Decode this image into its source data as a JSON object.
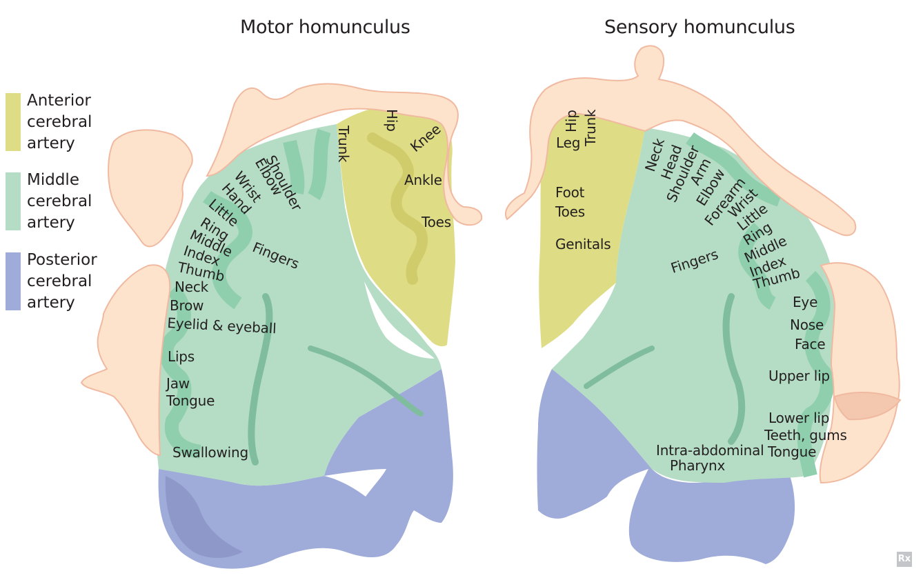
{
  "titles": {
    "motor": "Motor homunculus",
    "sensory": "Sensory homunculus"
  },
  "colors": {
    "anterior": "#dedc84",
    "middle": "#b5dcc4",
    "posterior": "#9fabd9",
    "gyrus_dark": "#8fcfae",
    "skin": "#fde3cc",
    "skin_outline": "#f0b9a0"
  },
  "legend": [
    {
      "label": "Anterior cerebral artery",
      "color": "#dedc84"
    },
    {
      "label": "Middle cerebral artery",
      "color": "#b5dcc4"
    },
    {
      "label": "Posterior cerebral artery",
      "color": "#9fabd9"
    }
  ],
  "motor_labels": {
    "trunk": "Trunk",
    "hip": "Hip",
    "knee": "Knee",
    "ankle": "Ankle",
    "toes": "Toes",
    "shoulder": "Shoulder",
    "elbow": "Elbow",
    "wrist": "Wrist",
    "hand": "Hand",
    "little": "Little",
    "ring": "Ring",
    "middle": "Middle",
    "index": "Index",
    "thumb": "Thumb",
    "neck": "Neck",
    "fingers": "Fingers",
    "brow": "Brow",
    "eyelid": "Eyelid & eyeball",
    "lips": "Lips",
    "jaw": "Jaw",
    "tongue": "Tongue",
    "swallowing": "Swallowing"
  },
  "sensory_labels": {
    "hip": "Hip",
    "trunk": "Trunk",
    "leg": "Leg",
    "foot": "Foot",
    "toes": "Toes",
    "genitals": "Genitals",
    "neck": "Neck",
    "head": "Head",
    "shoulder": "Shoulder",
    "arm": "Arm",
    "elbow": "Elbow",
    "forearm": "Forearm",
    "wrist": "Wrist",
    "little": "Little",
    "ring": "Ring",
    "middle": "Middle",
    "index": "Index",
    "thumb": "Thumb",
    "fingers": "Fingers",
    "eye": "Eye",
    "nose": "Nose",
    "face": "Face",
    "upper_lip": "Upper lip",
    "lower_lip": "Lower lip",
    "teeth": "Teeth, gums",
    "tongue": "Tongue",
    "intra": "Intra-abdominal",
    "pharynx": "Pharynx"
  },
  "badge": "Rx"
}
